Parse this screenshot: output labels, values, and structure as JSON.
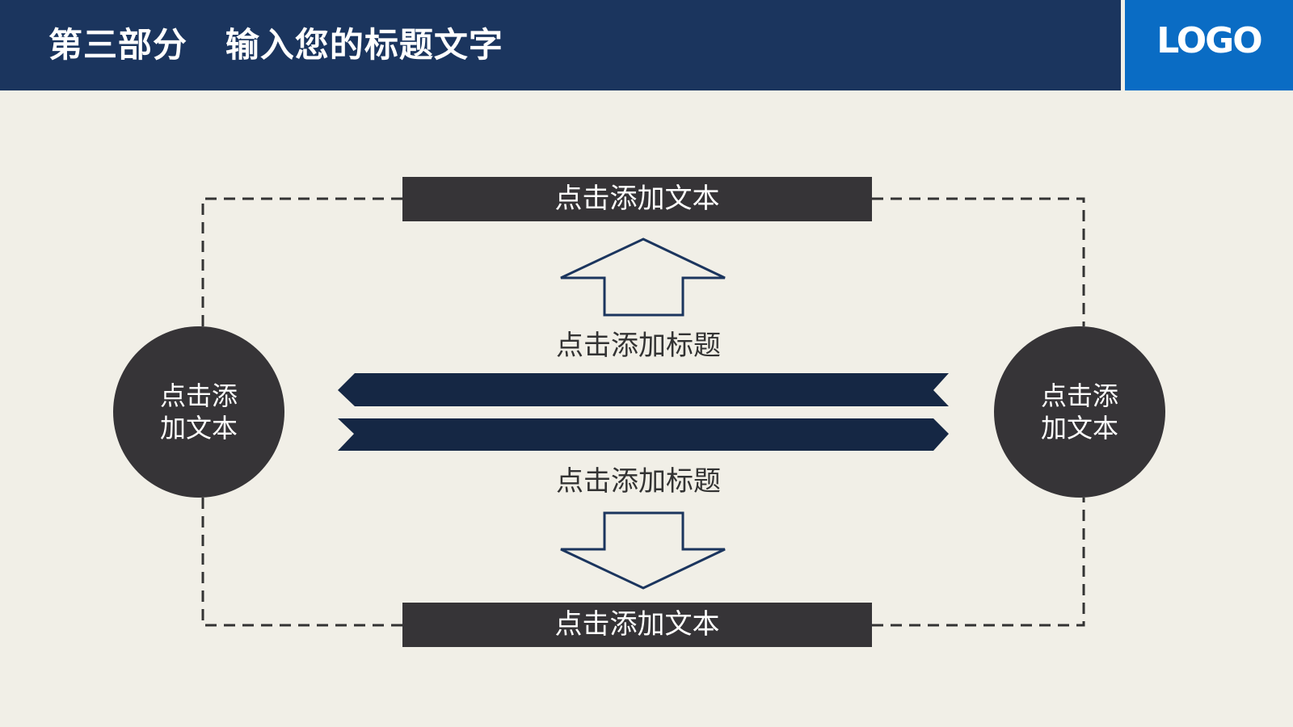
{
  "header": {
    "title": "第三部分   输入您的标题文字",
    "logo": "LOGO"
  },
  "diagram": {
    "top_box": "点击添加文本",
    "bottom_box": "点击添加文本",
    "upper_title": "点击添加标题",
    "lower_title": "点击添加标题",
    "left_circle": "点击添加文本",
    "right_circle": "点击添加文本"
  },
  "icons": {
    "up_arrow": "up-arrow-icon",
    "down_arrow": "down-arrow-icon",
    "left_band_arrow": "left-band-arrow-icon",
    "right_band_arrow": "right-band-arrow-icon"
  },
  "colors": {
    "header_bg": "#1b355e",
    "logo_bg": "#0a6cc4",
    "box_dark": "#363437",
    "band_navy": "#152744",
    "arrow_outline": "#1b355e",
    "page_bg": "#f1efe7"
  }
}
